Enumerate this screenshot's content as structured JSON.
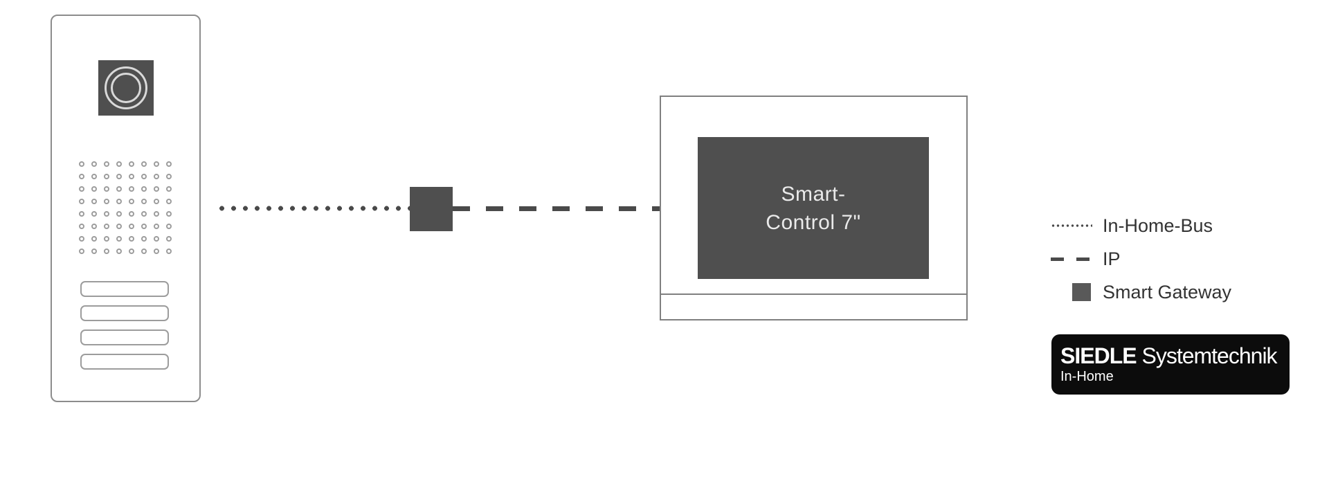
{
  "smart_control": {
    "line1": "Smart-",
    "line2": "Control 7\""
  },
  "legend": {
    "items": [
      {
        "swatch": "dotted-line",
        "label": "In-Home-Bus"
      },
      {
        "swatch": "dashed-line",
        "label": "IP"
      },
      {
        "swatch": "filled-square",
        "label": "Smart Gateway"
      }
    ]
  },
  "logo": {
    "brand": "SIEDLE",
    "brand_suffix": "Systemtechnik",
    "subline": "In-Home"
  },
  "door_station": {
    "call_buttons": 4,
    "speaker_rows": 8,
    "speaker_cols": 8
  },
  "colors": {
    "device_dark": "#4f4f4f",
    "connector": "#4a4a4a",
    "logo_bg": "#0c0c0c"
  }
}
